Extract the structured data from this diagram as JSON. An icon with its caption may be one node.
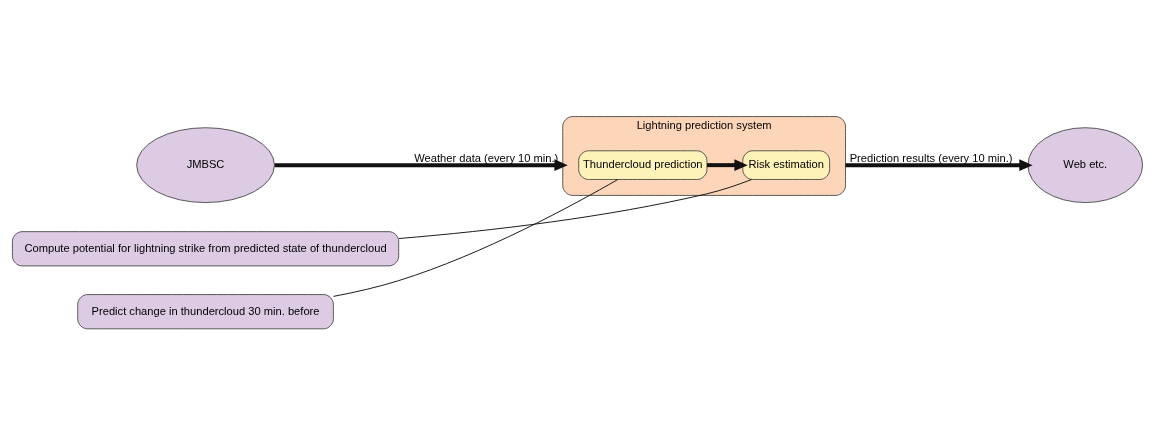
{
  "diagram": {
    "nodes": [
      {
        "text": [
          "JMBSC"
        ]
      },
      {
        "text": [
          "Lightning prediction system"
        ]
      },
      {
        "text": [
          "Thundercloud prediction"
        ],
        "in": 1
      },
      {
        "text": [
          "Risk estimation"
        ],
        "in": 1
      },
      {
        "text": [
          "Web etc."
        ]
      },
      {
        "text": [
          "Predict change in thundercloud 30 min. before"
        ]
      },
      {
        "text": [
          "Compute potential for lightning strike from predicted state of thundercloud"
        ]
      }
    ],
    "edges": [
      {
        "from": 0,
        "to": 1,
        "arrow": "to",
        "label": "Weather data (every 10 min.)"
      },
      {
        "from": 2,
        "to": 3,
        "arrow": "to"
      },
      {
        "from": 1,
        "to": 4,
        "arrow": "to",
        "label": "Prediction results (every 10 min.)"
      },
      {
        "from": 5,
        "to": 2,
        "arrow": "none"
      },
      {
        "from": 6,
        "to": 3,
        "arrow": "none"
      }
    ]
  }
}
